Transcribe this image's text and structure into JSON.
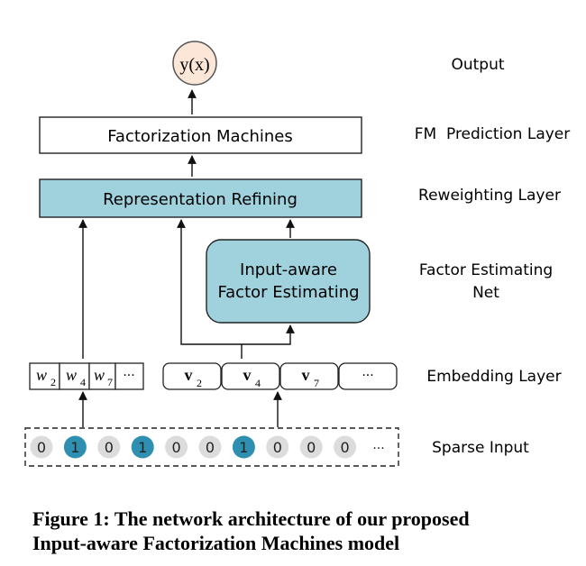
{
  "output_node": {
    "label": "y(x)"
  },
  "layers": {
    "fm_box": "Factorization Machines",
    "refining_box": "Representation Refining",
    "factor_box": [
      "Input-aware",
      "Factor Estimating"
    ]
  },
  "right_labels": {
    "output": "Output",
    "fm_prediction": "FM  Prediction Layer",
    "reweighting": "Reweighting Layer",
    "factor_estimating": [
      "Factor Estimating",
      "Net"
    ],
    "embedding": "Embedding Layer",
    "sparse_input": "Sparse Input"
  },
  "embedding_w": [
    {
      "base": "w",
      "sub": "2"
    },
    {
      "base": "w",
      "sub": "4"
    },
    {
      "base": "w",
      "sub": "7"
    },
    {
      "base": "···",
      "sub": ""
    }
  ],
  "embedding_v": [
    {
      "base": "v",
      "sub": "2"
    },
    {
      "base": "v",
      "sub": "4"
    },
    {
      "base": "v",
      "sub": "7"
    },
    {
      "base": "···",
      "sub": ""
    }
  ],
  "sparse_input": [
    "0",
    "1",
    "0",
    "1",
    "0",
    "0",
    "1",
    "0",
    "0",
    "0",
    "···"
  ],
  "caption": [
    "Figure 1:  The network architecture of our proposed",
    "Input-aware Factorization Machines model"
  ],
  "colors": {
    "teal_fill": "#9fd2dd",
    "dark_teal": "#2e8fb0",
    "gray_circle": "#dcdcdc",
    "output_fill": "#fbe6d8",
    "border": "#222222"
  }
}
